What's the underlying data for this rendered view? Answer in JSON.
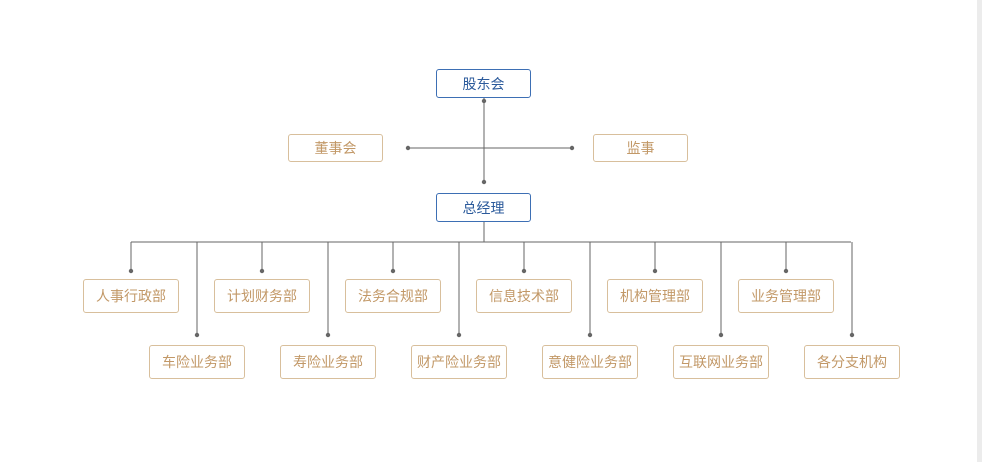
{
  "diagram": {
    "top": {
      "shareholders": "股东会",
      "general_manager": "总经理"
    },
    "side": {
      "board": "董事会",
      "supervisor": "监事"
    },
    "departments_upper": [
      "人事行政部",
      "计划财务部",
      "法务合规部",
      "信息技术部",
      "机构管理部",
      "业务管理部"
    ],
    "departments_lower": [
      "车险业务部",
      "寿险业务部",
      "财产险业务部",
      "意健险业务部",
      "互联网业务部",
      "各分支机构"
    ]
  },
  "colors": {
    "top_border": "#3d6fb4",
    "top_text": "#2b5a9b",
    "side_border": "#d8bf9c",
    "side_text": "#c29867",
    "line": "#666666"
  }
}
